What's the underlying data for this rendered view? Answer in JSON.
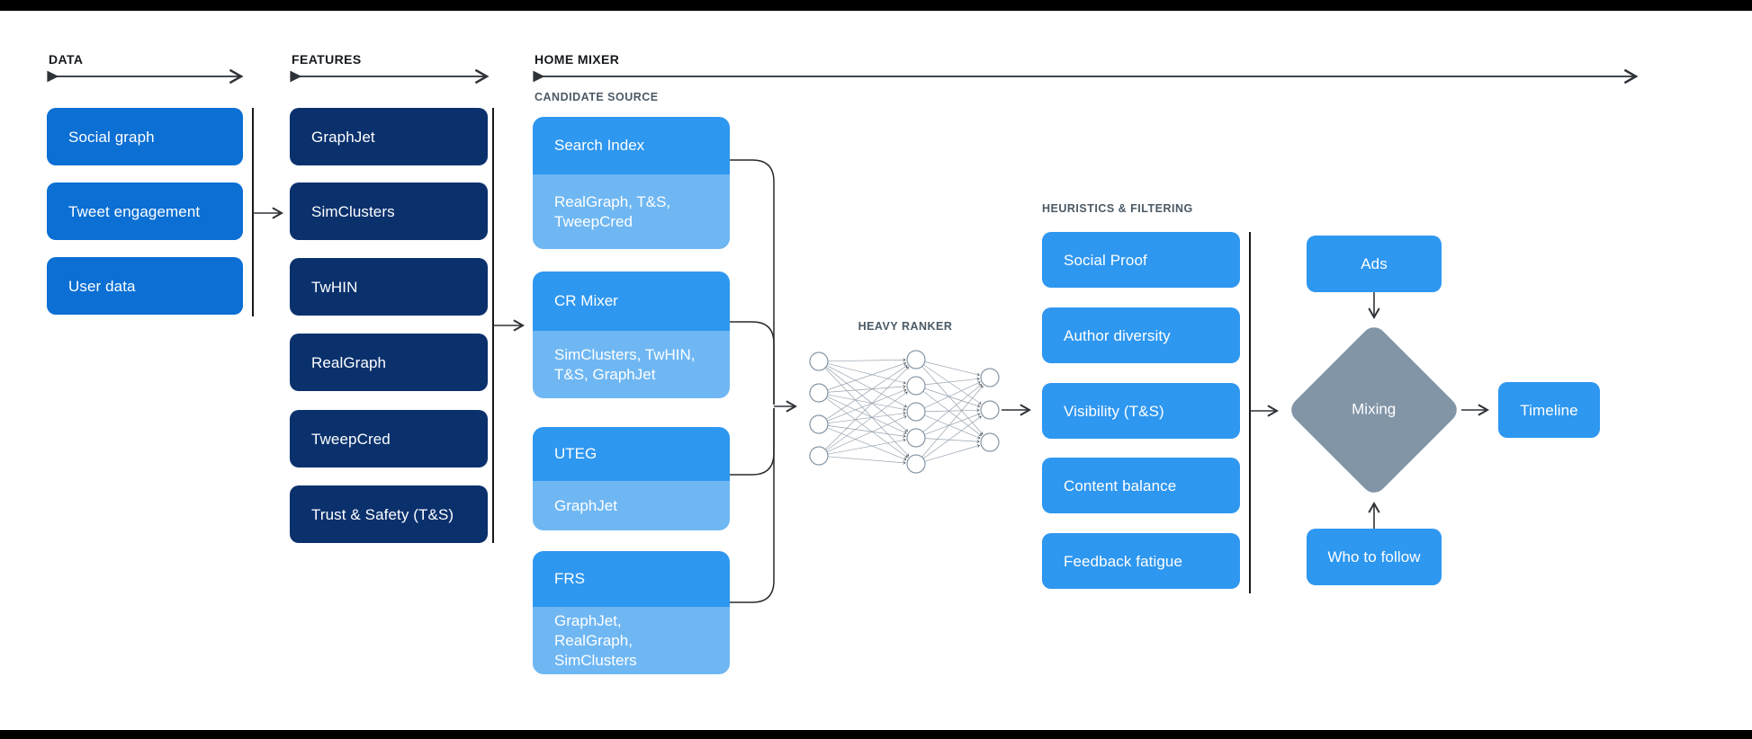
{
  "colors": {
    "page-bg": "#ffffff",
    "frame-bar": "#000000",
    "data-box": "#0b6fd4",
    "feature-box": "#0b316d",
    "source-box": "#2e97f0",
    "source-sub-box": "#6fb7f3",
    "filter-box": "#2e97f0",
    "side-box": "#2e97f0",
    "mixing-diamond": "#8295a7",
    "box-text": "#ffffff",
    "header-text": "#16191c",
    "section-label-text": "#4b5a66",
    "connector": "#2e3338",
    "nn-stroke": "#8595a5"
  },
  "headers": {
    "data": "DATA",
    "features": "FEATURES",
    "home_mixer": "HOME MIXER"
  },
  "data_column": {
    "items": [
      "Social graph",
      "Tweet engagement",
      "User data"
    ]
  },
  "features_column": {
    "items": [
      "GraphJet",
      "SimClusters",
      "TwHIN",
      "RealGraph",
      "TweepCred",
      "Trust & Safety (T&S)"
    ]
  },
  "candidate_source": {
    "label": "CANDIDATE SOURCE",
    "groups": [
      {
        "name": "Search Index",
        "feeds": "RealGraph, T&S, TweepCred"
      },
      {
        "name": "CR Mixer",
        "feeds": "SimClusters, TwHIN, T&S, GraphJet"
      },
      {
        "name": "UTEG",
        "feeds": "GraphJet"
      },
      {
        "name": "FRS",
        "feeds": "GraphJet, RealGraph, SimClusters"
      }
    ]
  },
  "heavy_ranker": {
    "label": "HEAVY RANKER"
  },
  "heuristics": {
    "label": "HEURISTICS & FILTERING",
    "items": [
      "Social Proof",
      "Author diversity",
      "Visibility (T&S)",
      "Content balance",
      "Feedback fatigue"
    ]
  },
  "mixing_stage": {
    "ads": "Ads",
    "mixing": "Mixing",
    "who_to_follow": "Who to follow",
    "timeline": "Timeline"
  }
}
